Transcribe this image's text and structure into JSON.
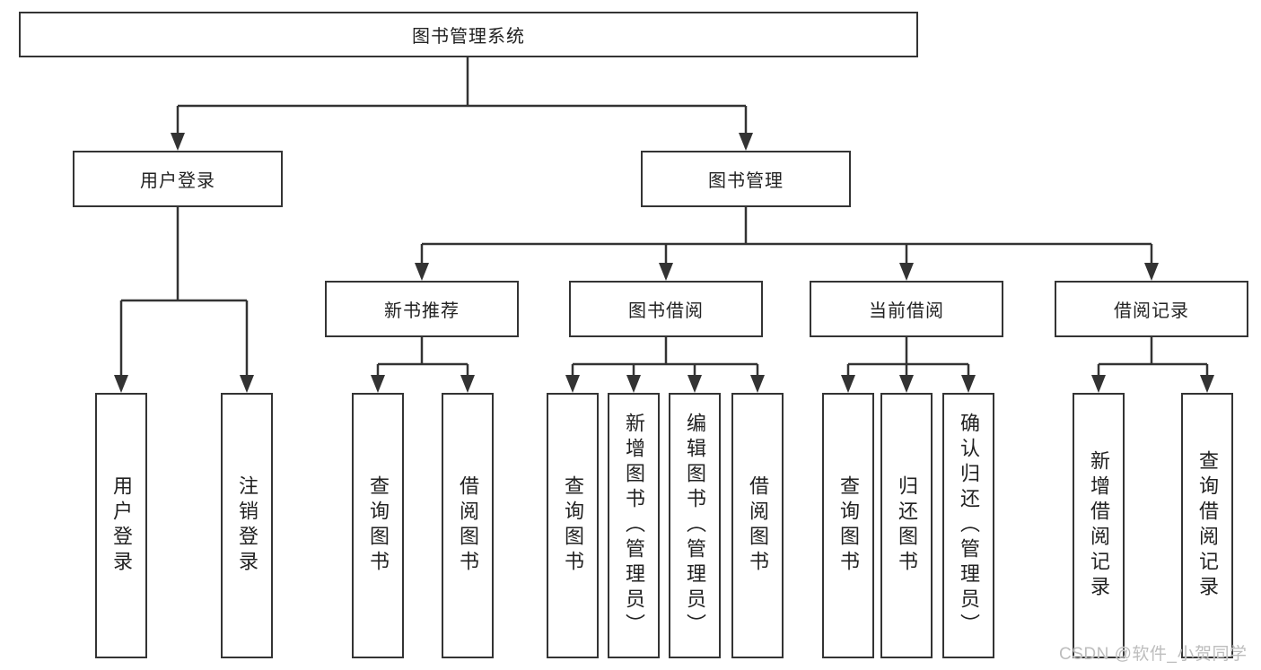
{
  "tree": {
    "label": "图书管理系统",
    "children": [
      {
        "label": "用户登录",
        "children": [
          {
            "label": "用户登录"
          },
          {
            "label": "注销登录"
          }
        ]
      },
      {
        "label": "图书管理",
        "children": [
          {
            "label": "新书推荐",
            "children": [
              {
                "label": "查询图书"
              },
              {
                "label": "借阅图书"
              }
            ]
          },
          {
            "label": "图书借阅",
            "children": [
              {
                "label": "查询图书"
              },
              {
                "label": "新增图书（管理员）"
              },
              {
                "label": "编辑图书（管理员）"
              },
              {
                "label": "借阅图书"
              }
            ]
          },
          {
            "label": "当前借阅",
            "children": [
              {
                "label": "查询图书"
              },
              {
                "label": "归还图书"
              },
              {
                "label": "确认归还（管理员）"
              }
            ]
          },
          {
            "label": "借阅记录",
            "children": [
              {
                "label": "新增借阅记录"
              },
              {
                "label": "查询借阅记录"
              }
            ]
          }
        ]
      }
    ]
  },
  "watermark": "CSDN @软件_小贺同学",
  "colors": {
    "line": "#333333",
    "box_border": "#343434",
    "text": "#222222",
    "watermark": "#bdbdbd",
    "background": "#ffffff"
  }
}
